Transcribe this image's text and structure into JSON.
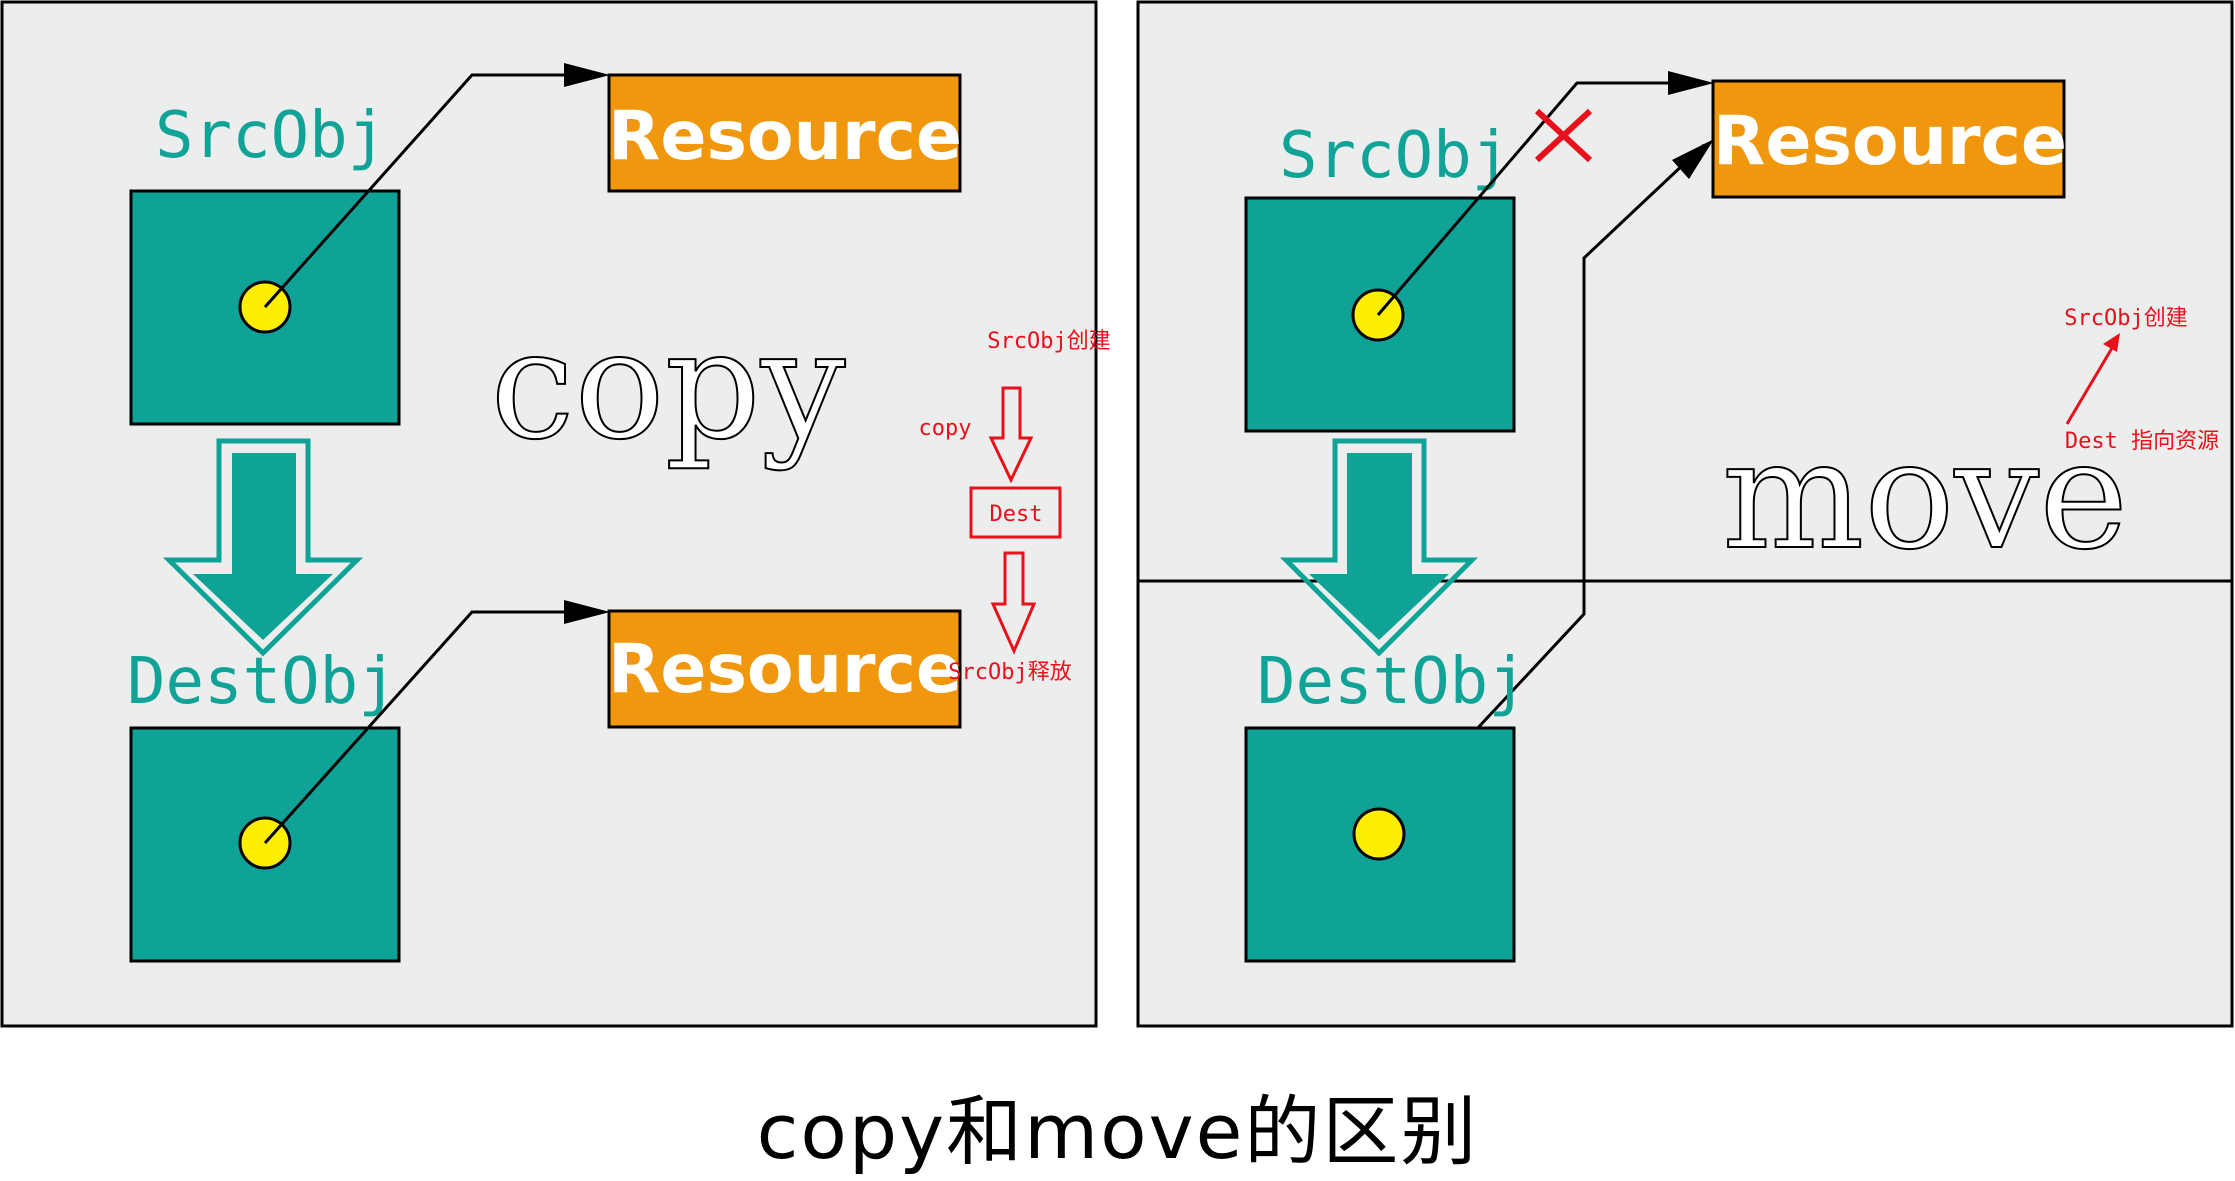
{
  "copy_panel": {
    "src_label": "SrcObj",
    "dest_label": "DestObj",
    "resource_top": "Resource",
    "resource_bottom": "Resource",
    "big_word": "copy",
    "notes": {
      "created": "SrcObj创建",
      "copy": "copy",
      "dest": "Dest",
      "released": "SrcObj释放"
    }
  },
  "move_panel": {
    "src_label": "SrcObj",
    "dest_label": "DestObj",
    "resource": "Resource",
    "big_word": "move",
    "notes": {
      "created": "SrcObj创建",
      "dest_points": "Dest 指向资源"
    }
  },
  "caption": "copy和move的区别",
  "colors": {
    "panel_bg": "#eceeed",
    "object_box": "#0fa398",
    "object_text": "#12a398",
    "resource_box": "#f0970e",
    "pointer_dot": "#ffee00",
    "note_red": "#e8101a",
    "cross_red": "#e8101a"
  }
}
